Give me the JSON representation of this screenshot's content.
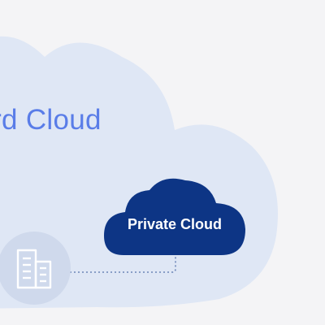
{
  "diagram": {
    "outer_cloud": {
      "label": "ird Cloud",
      "fill_color": "#dfe7f5",
      "text_color": "#5a7de8"
    },
    "private_cloud": {
      "label": "Private Cloud",
      "fill_color": "#0d3585",
      "text_color": "#ffffff"
    },
    "building": {
      "icon": "building-icon",
      "badge_color": "#cfd9ec"
    },
    "connector": {
      "style": "dotted",
      "color": "#6d86b8"
    },
    "background_color": "#f4f4f6"
  }
}
